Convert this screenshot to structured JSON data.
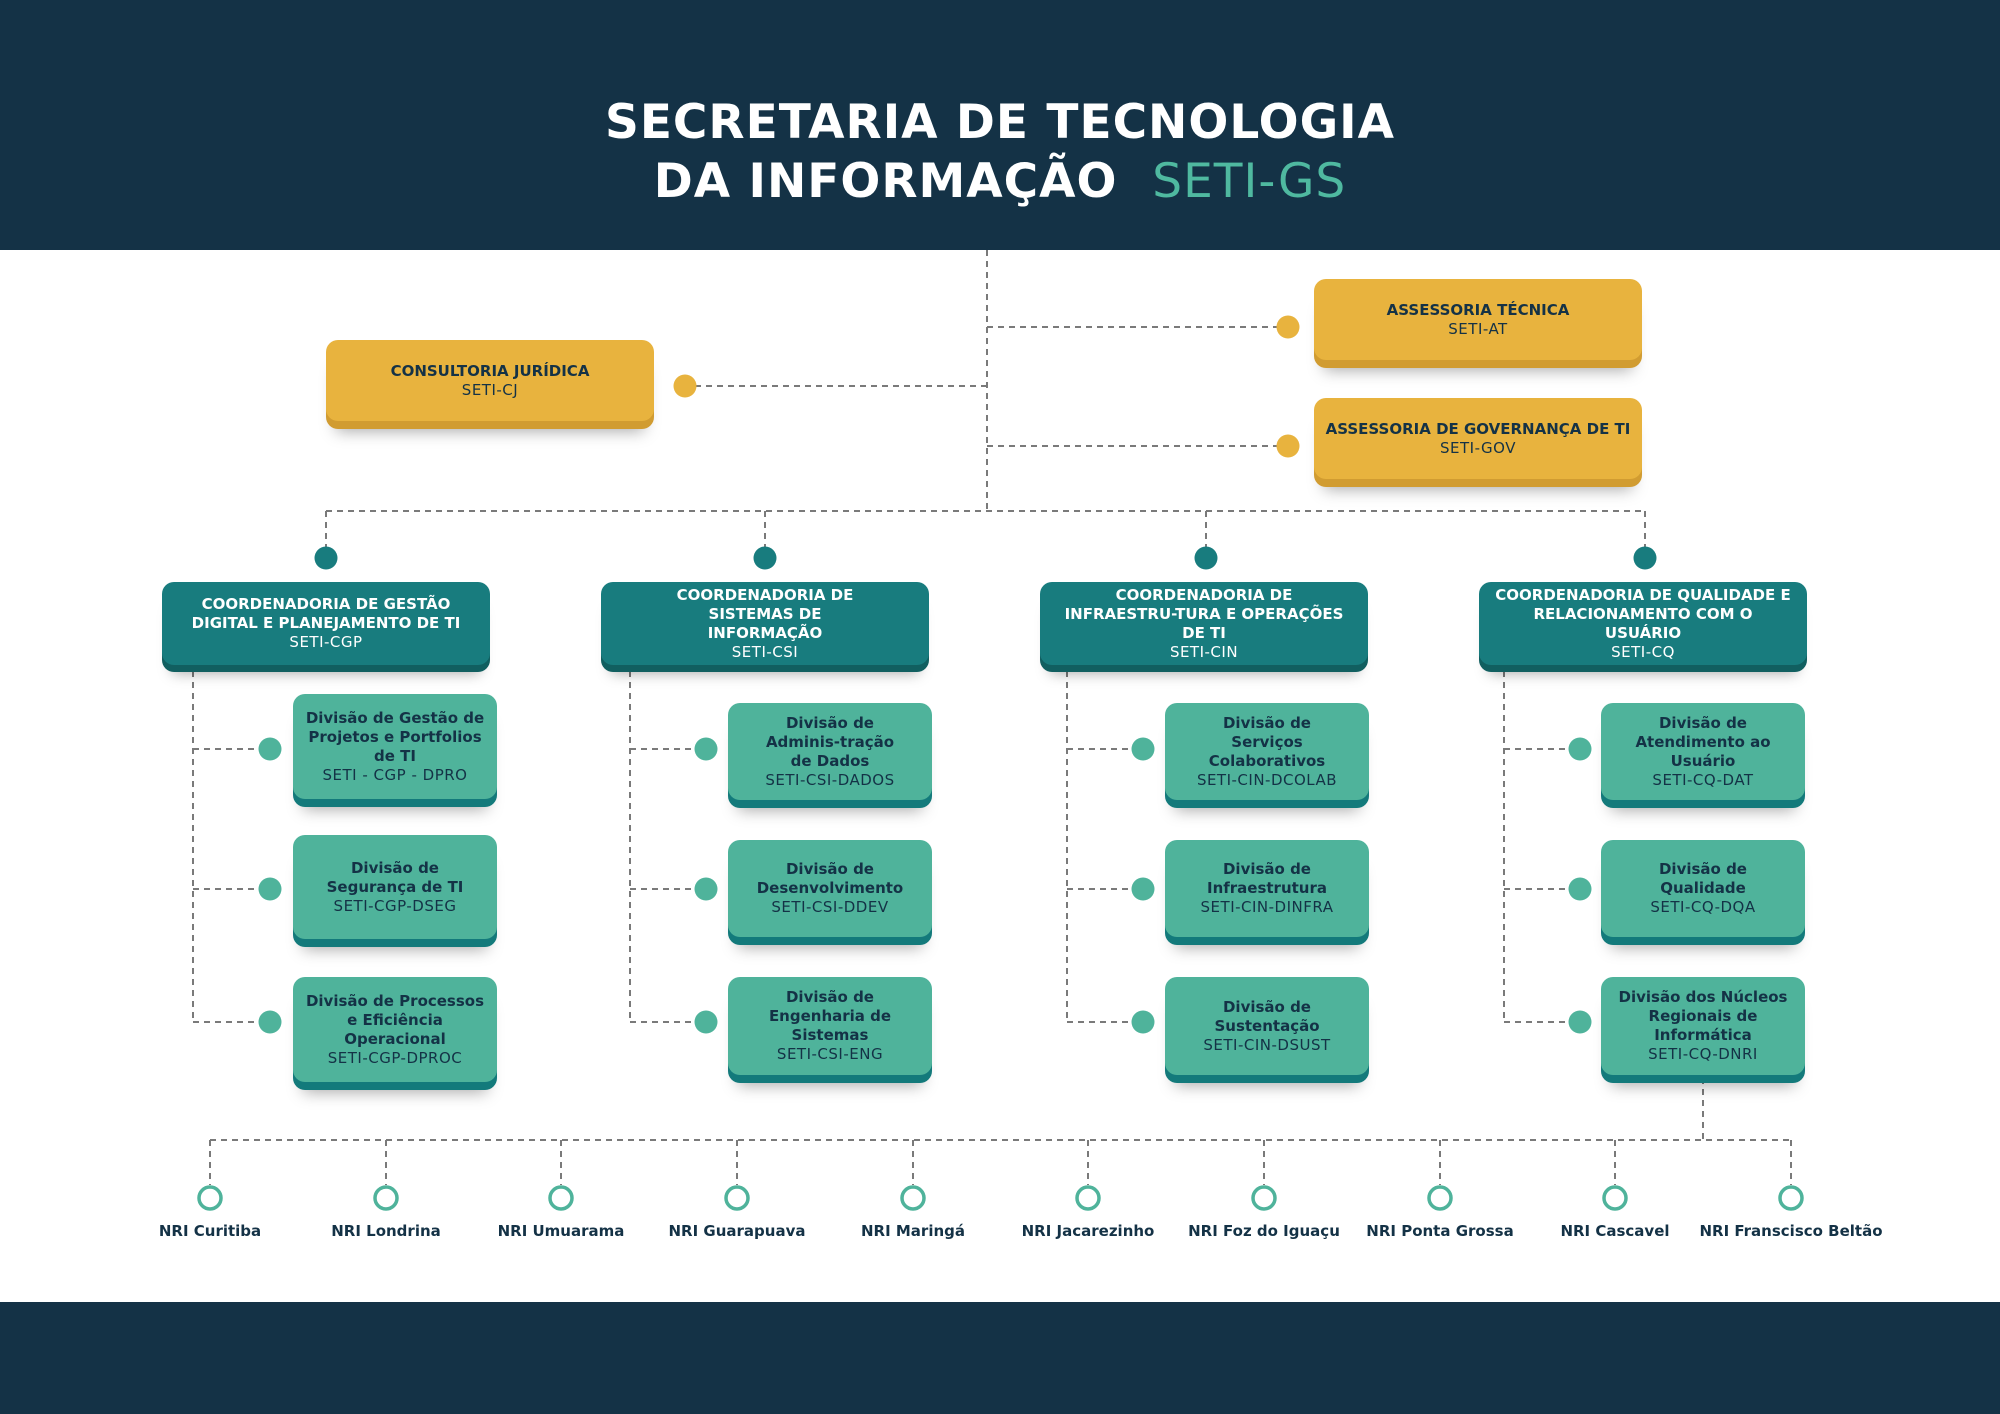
{
  "header": {
    "title_line1": "SECRETARIA DE TECNOLOGIA",
    "title_line2": "DA INFORMAÇÃO",
    "title_code": "SETI-GS"
  },
  "advisory": {
    "cj": {
      "title": "CONSULTORIA JURÍDICA",
      "code": "SETI-CJ"
    },
    "at": {
      "title": "ASSESSORIA TÉCNICA",
      "code": "SETI-AT"
    },
    "gov": {
      "title": "ASSESSORIA DE GOVERNANÇA DE TI",
      "code": "SETI-GOV"
    }
  },
  "coordinations": [
    {
      "title": "COORDENADORIA DE GESTÃO DIGITAL E PLANEJAMENTO DE TI",
      "code": "SETI-CGP",
      "divisions": [
        {
          "title": "Divisão de Gestão de Projetos e Portfolios de TI",
          "code": "SETI - CGP - DPRO"
        },
        {
          "title": "Divisão de Segurança de TI",
          "code": "SETI-CGP-DSEG"
        },
        {
          "title": "Divisão de Processos e Eficiência Operacional",
          "code": "SETI-CGP-DPROC"
        }
      ]
    },
    {
      "title": "COORDENADORIA DE SISTEMAS DE INFORMAÇÃO",
      "code": "SETI-CSI",
      "divisions": [
        {
          "title": "Divisão de Adminis-tração de Dados",
          "code": "SETI-CSI-DADOS"
        },
        {
          "title": "Divisão de Desenvolvimento",
          "code": "SETI-CSI-DDEV"
        },
        {
          "title": "Divisão de Engenharia de Sistemas",
          "code": "SETI-CSI-ENG"
        }
      ]
    },
    {
      "title": "COORDENADORIA DE INFRAESTRU-TURA E OPERAÇÕES DE TI",
      "code": "SETI-CIN",
      "divisions": [
        {
          "title": "Divisão de Serviços Colaborativos",
          "code": "SETI-CIN-DCOLAB"
        },
        {
          "title": "Divisão de Infraestrutura",
          "code": "SETI-CIN-DINFRA"
        },
        {
          "title": "Divisão de Sustentação",
          "code": "SETI-CIN-DSUST"
        }
      ]
    },
    {
      "title": "COORDENADORIA DE QUALIDADE E RELACIONAMENTO COM O USUÁRIO",
      "code": "SETI-CQ",
      "divisions": [
        {
          "title": "Divisão de Atendimento ao Usuário",
          "code": "SETI-CQ-DAT"
        },
        {
          "title": "Divisão de Qualidade",
          "code": "SETI-CQ-DQA"
        },
        {
          "title": "Divisão dos Núcleos Regionais de Informática",
          "code": "SETI-CQ-DNRI"
        }
      ]
    }
  ],
  "nri": [
    "NRI Curitiba",
    "NRI Londrina",
    "NRI Umuarama",
    "NRI Guarapuava",
    "NRI Maringá",
    "NRI Jacarezinho",
    "NRI Foz do Iguaçu",
    "NRI Ponta Grossa",
    "NRI Cascavel",
    "NRI Franscisco Beltão"
  ],
  "colors": {
    "navy": "#143246",
    "gold": "#e8b33e",
    "teal": "#187c7e",
    "mint": "#4fb39b",
    "accent": "#4fb9a0"
  }
}
